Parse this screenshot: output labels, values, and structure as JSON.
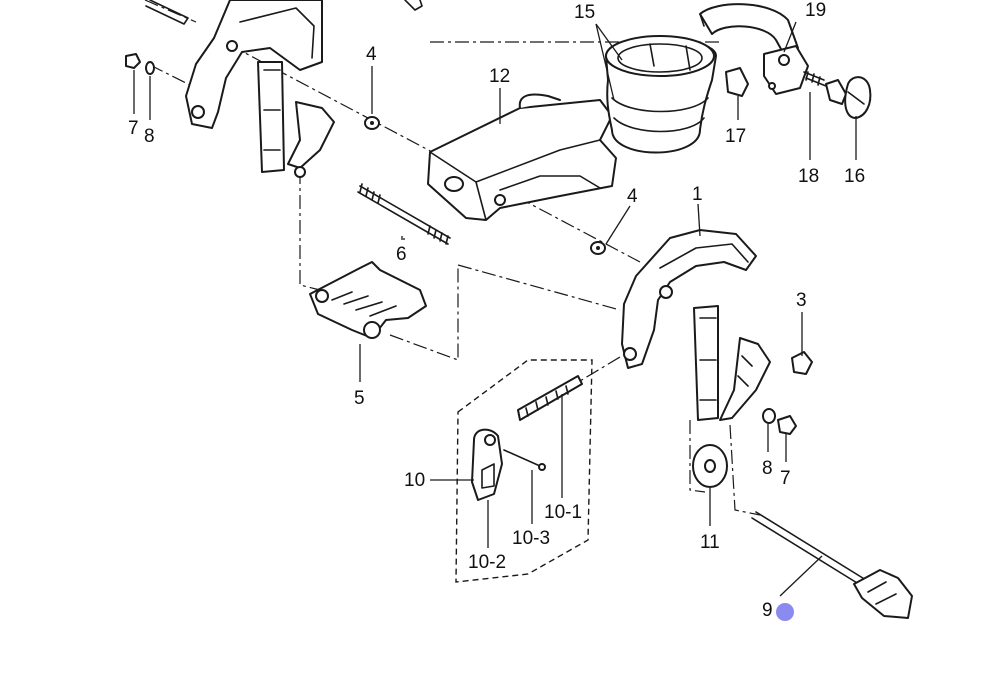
{
  "diagram": {
    "callouts": {
      "c1": "1",
      "c3": "3",
      "c4a": "4",
      "c4b": "4",
      "c5": "5",
      "c6": "6",
      "c7a": "7",
      "c7b": "7",
      "c8a": "8",
      "c8b": "8",
      "c9": "9",
      "c10": "10",
      "c10_1": "10-1",
      "c10_2": "10-2",
      "c10_3": "10-3",
      "c11": "11",
      "c12": "12",
      "c15": "15",
      "c16": "16",
      "c17": "17",
      "c18": "18",
      "c19": "19"
    },
    "marker_color": "#8a8af0",
    "line_color": "#1a1a1a"
  }
}
